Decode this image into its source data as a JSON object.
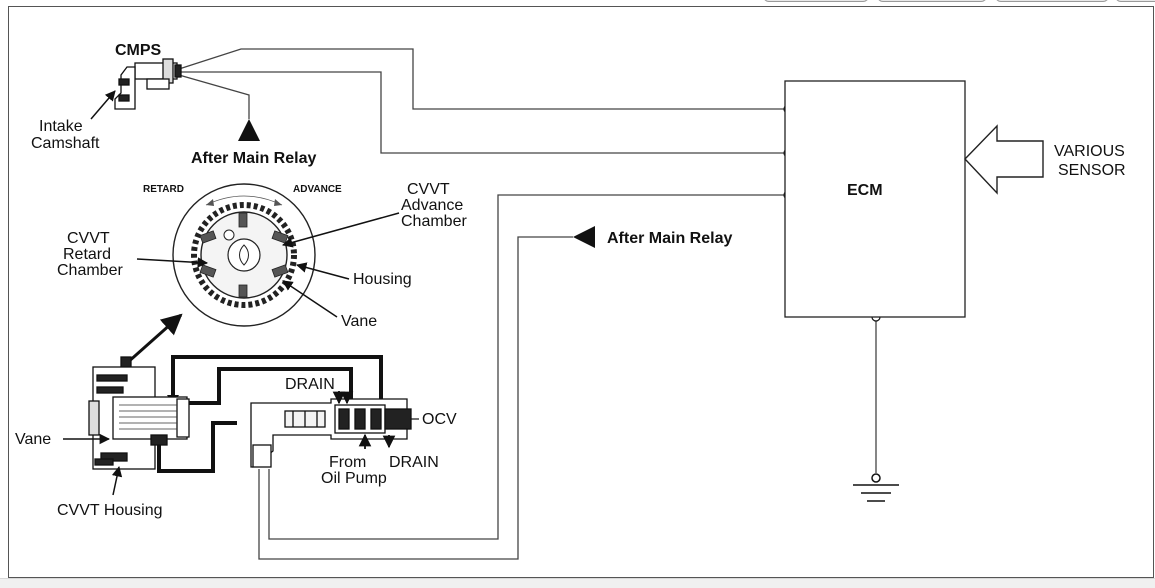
{
  "labels": {
    "cmps": "CMPS",
    "intake_camshaft": [
      "Intake",
      "Camshaft"
    ],
    "after_main_relay_top": "After Main Relay",
    "after_main_relay_mid": "After Main Relay",
    "ecm": "ECM",
    "various_sensor": [
      "VARIOUS",
      "SENSOR"
    ],
    "retard": "RETARD",
    "advance": "ADVANCE",
    "cvvt_advance_chamber": [
      "CVVT",
      "Advance",
      "Chamber"
    ],
    "cvvt_retard_chamber": [
      "CVVT",
      "Retard",
      "Chamber"
    ],
    "housing": "Housing",
    "vane_wheel": "Vane",
    "drain_top": "DRAIN",
    "ocv": "OCV",
    "from_oil_pump": [
      "From",
      "Oil Pump"
    ],
    "drain_bottom": "DRAIN",
    "vane_left": "Vane",
    "cvvt_housing": "CVVT Housing"
  },
  "colors": {
    "line": "#111111",
    "wire": "#444444",
    "background": "#ffffff"
  }
}
